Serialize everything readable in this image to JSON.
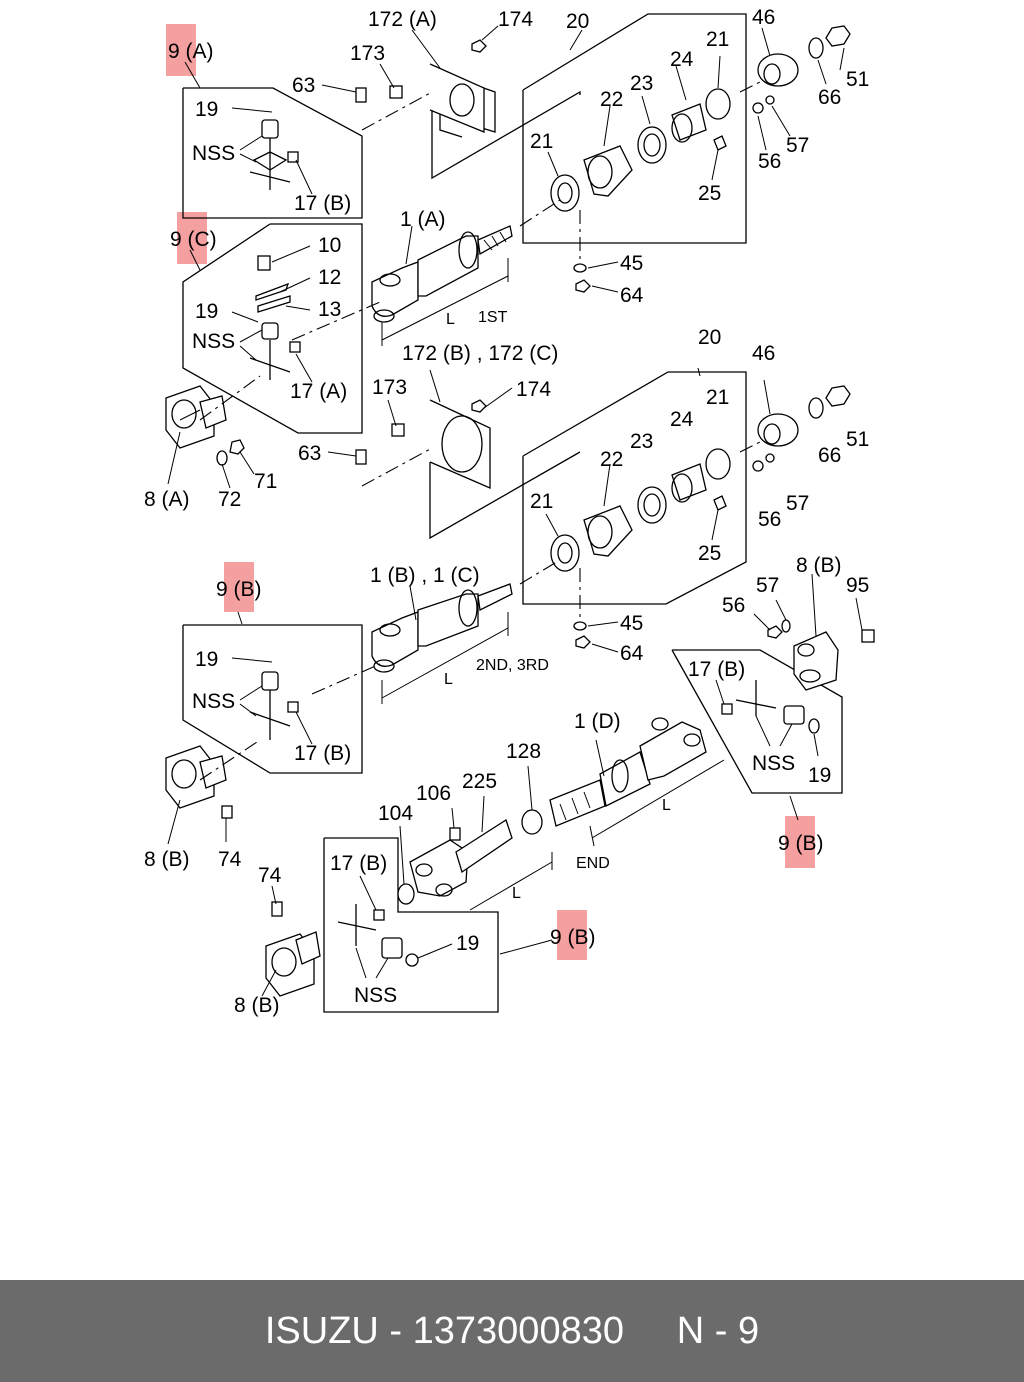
{
  "labels": {
    "l_9a": "9 (A)",
    "l_19_a": "19",
    "l_nss_a": "NSS",
    "l_17b_a": "17 (B)",
    "l_63_a": "63",
    "l_173_a": "173",
    "l_172a": "172 (A)",
    "l_174_a": "174",
    "l_20_a": "20",
    "l_46_a": "46",
    "l_21_a1": "21",
    "l_22_a": "22",
    "l_23_a": "23",
    "l_24_a": "24",
    "l_21_a2": "21",
    "l_25_a": "25",
    "l_51_a": "51",
    "l_66_a": "66",
    "l_56_a": "56",
    "l_57_a": "57",
    "l_45_a": "45",
    "l_64_a": "64",
    "l_1a": "1 (A)",
    "l_len_1st": "L",
    "l_1st": "1ST",
    "l_9c": "9 (C)",
    "l_10": "10",
    "l_12": "12",
    "l_13": "13",
    "l_19_c": "19",
    "l_nss_c": "NSS",
    "l_17a": "17 (A)",
    "l_8a": "8 (A)",
    "l_72": "72",
    "l_71": "71",
    "l_172bc": "172 (B) , 172 (C)",
    "l_173_b": "173",
    "l_174_b": "174",
    "l_63_b": "63",
    "l_20_b": "20",
    "l_46_b": "46",
    "l_21_b1": "21",
    "l_22_b": "22",
    "l_23_b": "23",
    "l_24_b": "24",
    "l_21_b2": "21",
    "l_25_b": "25",
    "l_51_b": "51",
    "l_66_b": "66",
    "l_56_b": "56",
    "l_57_b": "57",
    "l_45_b": "45",
    "l_64_b": "64",
    "l_1bc": "1 (B) , 1 (C)",
    "l_len_2nd": "L",
    "l_2nd3rd": "2ND, 3RD",
    "l_9b_1": "9 (B)",
    "l_19_b1": "19",
    "l_nss_b1": "NSS",
    "l_17b_b1": "17 (B)",
    "l_8b_1": "8 (B)",
    "l_74_1": "74",
    "l_8b_r": "8 (B)",
    "l_57_r": "57",
    "l_95": "95",
    "l_56_r": "56",
    "l_17b_r": "17 (B)",
    "l_nss_r": "NSS",
    "l_19_r": "19",
    "l_9b_r": "9 (B)",
    "l_1d": "1 (D)",
    "l_128": "128",
    "l_225": "225",
    "l_106": "106",
    "l_104": "104",
    "l_len_end": "L",
    "l_end": "END",
    "l_len_225": "L",
    "l_17b_e": "17 (B)",
    "l_19_e": "19",
    "l_nss_e": "NSS",
    "l_9b_e": "9 (B)",
    "l_74_2": "74",
    "l_8b_2": "8 (B)"
  },
  "footer": {
    "brand": "ISUZU",
    "separator": " - ",
    "part_number": "1373000830",
    "gap": "     ",
    "code": "N - 9"
  }
}
